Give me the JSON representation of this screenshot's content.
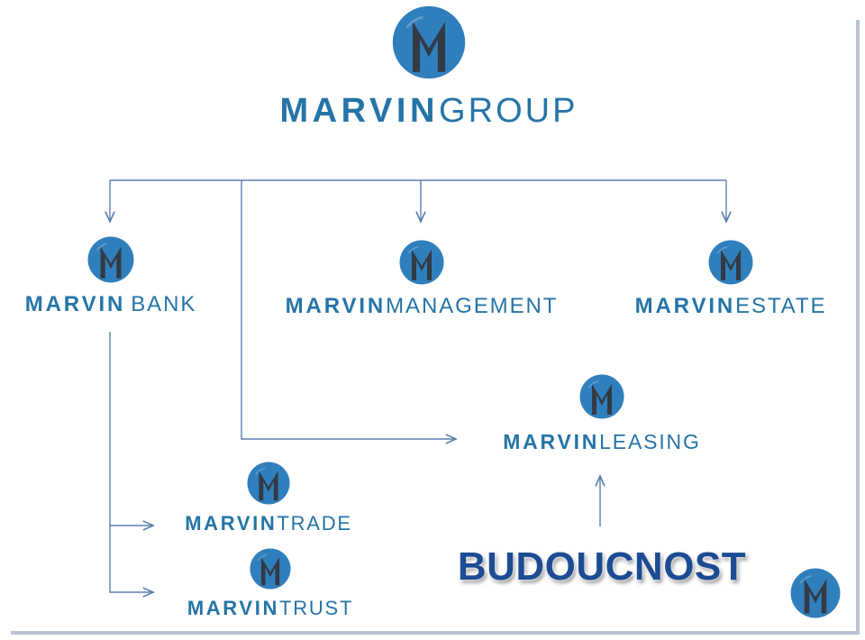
{
  "colors": {
    "brand_blue": "#2574a7",
    "icon_blue": "#2f7fbd",
    "icon_m": "#333a44",
    "connector": "#5b7fb0",
    "budoucnost": "#1c4c93"
  },
  "icon": "marvin-m-logo-icon",
  "nodes": {
    "group": {
      "bold": "MARVIN",
      "light": "GROUP"
    },
    "bank": {
      "bold": "MARVIN",
      "light": "BANK"
    },
    "management": {
      "bold": "MARVIN",
      "light": "MANAGEMENT"
    },
    "estate": {
      "bold": "MARVIN",
      "light": "ESTATE"
    },
    "leasing": {
      "bold": "MARVIN",
      "light": "LEASING"
    },
    "trade": {
      "bold": "MARVIN",
      "light": "TRADE"
    },
    "trust": {
      "bold": "MARVIN",
      "light": "TRUST"
    }
  },
  "edges": [
    {
      "from": "group",
      "to": "bank"
    },
    {
      "from": "group",
      "to": "management"
    },
    {
      "from": "group",
      "to": "estate"
    },
    {
      "from": "group",
      "to": "leasing"
    },
    {
      "from": "bank",
      "to": "trade"
    },
    {
      "from": "bank",
      "to": "trust"
    },
    {
      "from": "budoucnost",
      "to": "leasing"
    }
  ],
  "budoucnost": "BUDOUCNOST"
}
